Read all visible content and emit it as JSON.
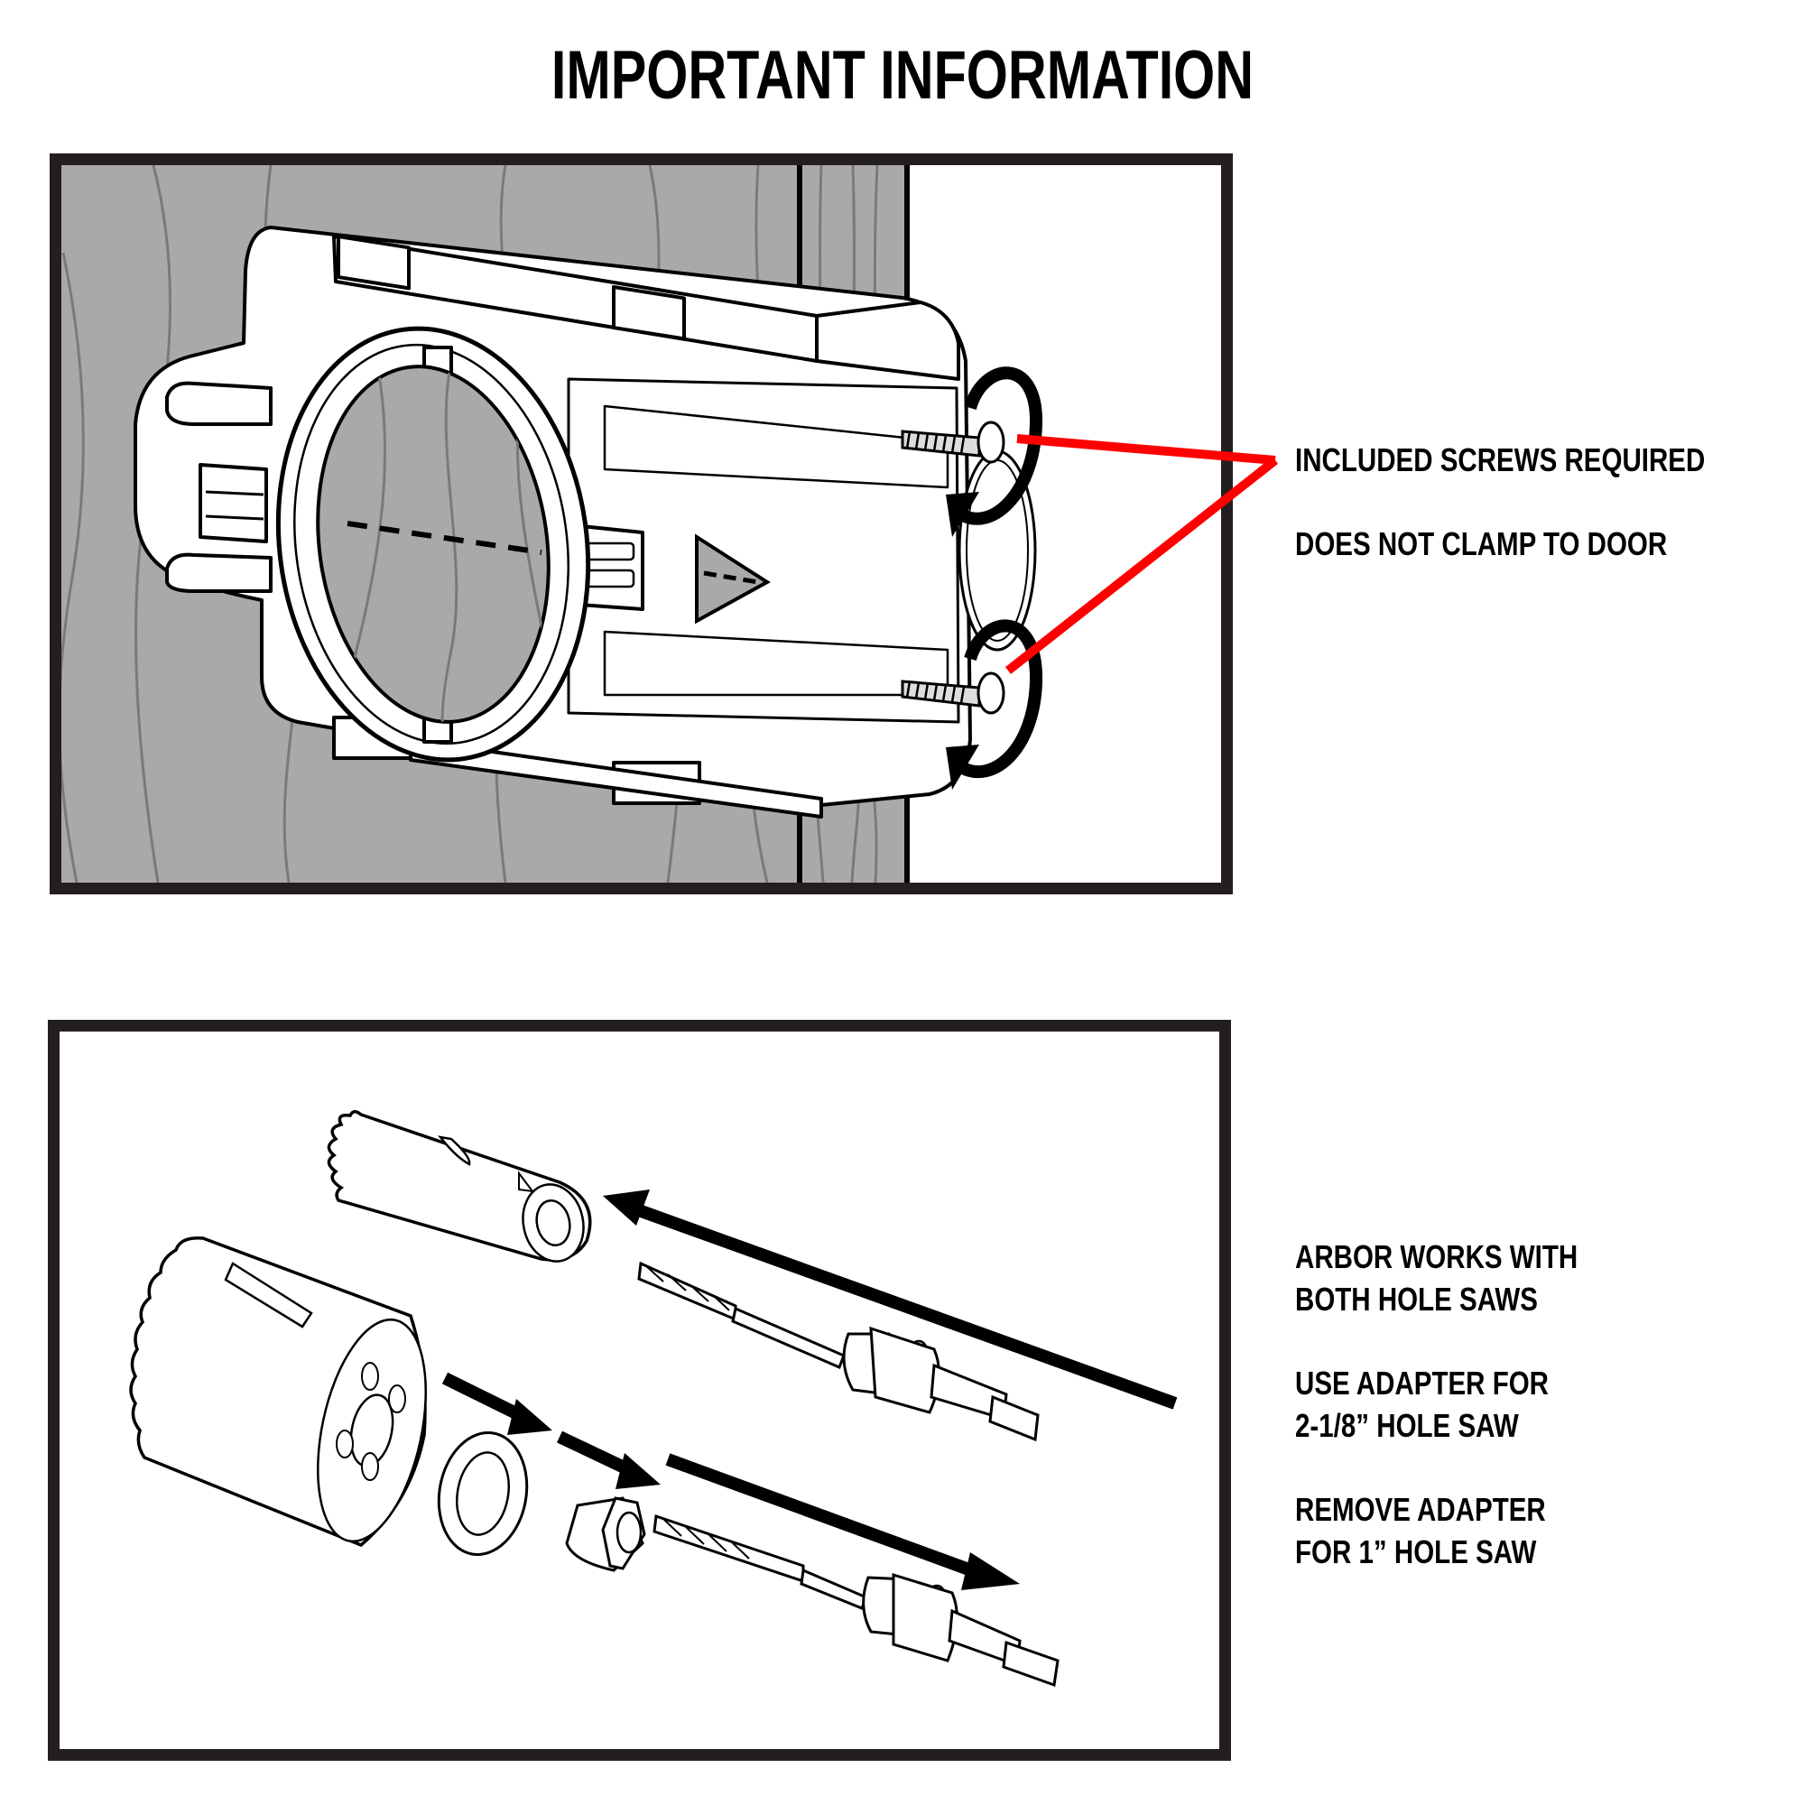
{
  "page": {
    "title": "IMPORTANT INFORMATION"
  },
  "panel_top": {
    "illustration": "Door drilling jig mounted on door face, fastened with two screws at the door edge",
    "callouts": [
      {
        "id": "screws",
        "text": "INCLUDED SCREWS REQUIRED"
      },
      {
        "id": "clamp",
        "text": "DOES NOT CLAMP TO DOOR"
      }
    ],
    "leader_color": "#ff0000",
    "wood_color": "#a9a9a9",
    "grain_color": "#7a7a7a"
  },
  "panel_bottom": {
    "illustration": "Exploded view: 1 inch hole saw, 2-1/8 inch hole saw, washer, adapter and arbor drill bits",
    "notes": [
      {
        "id": "arbor",
        "lines": [
          "ARBOR WORKS WITH",
          "BOTH HOLE SAWS"
        ]
      },
      {
        "id": "use-adapter",
        "lines": [
          "USE ADAPTER FOR",
          "2-1/8” HOLE SAW"
        ]
      },
      {
        "id": "remove-adapter",
        "lines": [
          "REMOVE ADAPTER",
          "FOR 1” HOLE SAW"
        ]
      }
    ]
  },
  "colors": {
    "frame": "#231f20",
    "ink": "#000000",
    "paper": "#ffffff"
  }
}
